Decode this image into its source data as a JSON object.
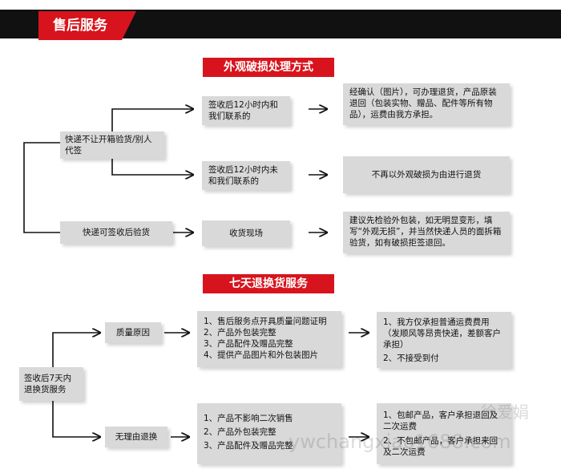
{
  "header": {
    "title": "售后服务"
  },
  "section1": {
    "heading": "外观破损处理方式",
    "left_top": "快递不让开箱验货/别人代签",
    "left_bottom": "快递可签收后验货",
    "mid_1": "签收后12小时内和我们联系的",
    "mid_2": "签收后12小时内未和我们联系的",
    "mid_3": "收货现场",
    "right_1": "经确认（图片），可办理退货，产品原装退回（包装实物、赠品、配件等所有物品），运费由我方承担。",
    "right_2": "不再以外观破损为由进行退货",
    "right_3": "建议先检验外包装，如无明显变形，填写“外观无损”，并当然快递人员的面拆箱验货，如有破损拒签退回。"
  },
  "section2": {
    "heading": "七天退换货服务",
    "root": "签收后7天内退换货服务",
    "branch_1": "质量原因",
    "branch_2": "无理由退换",
    "conditions_1": [
      "1、售后服务点开具质量问题证明",
      "2、产品外包装完整",
      "3、产品配件及赠品完整",
      "4、提供产品图片和外包装图片"
    ],
    "conditions_2": [
      "1、产品不影响二次销售",
      "2、产品外包装完整",
      "3、产品配件及赠品完整"
    ],
    "result_1": [
      "1、我方仅承担普通运费费用（发顺风等昂贵快递，差额客户承担）",
      "2、不接受到付"
    ],
    "result_2": [
      "1、包邮产品，客户承担退回及二次运费",
      "2、不包邮产品，客户承担来回及二次运费"
    ]
  },
  "watermark": {
    "line1": "徐爱娟",
    "line2": "ywchangxiao1688.com"
  }
}
